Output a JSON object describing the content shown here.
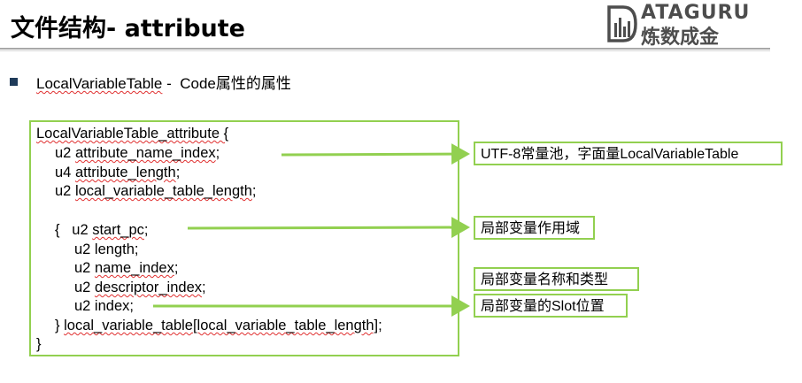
{
  "header": {
    "title": "文件结构- attribute",
    "logo_top": "ATAGURU",
    "logo_bottom": "炼数成金"
  },
  "bullet": {
    "term": "LocalVariableTable",
    "sep": " -  ",
    "desc": "Code属性的属性"
  },
  "code": {
    "line1_pre": "LocalVariableTable_attribute {",
    "line2_type": "u2 ",
    "line2_field": "attribute_name_index",
    "line2_end": ";",
    "line3_type": "u4 ",
    "line3_field": "attribute_length",
    "line3_end": ";",
    "line4_type": "u2 ",
    "line4_field": "local_variable_table_length",
    "line4_end": ";",
    "line5_pre": "{   u2 ",
    "line5_field": "start_pc",
    "line5_end": ";",
    "line6": "u2 length;",
    "line7_type": "u2 ",
    "line7_field": "name_index",
    "line7_end": ";",
    "line8_type": "u2 ",
    "line8_field": "descriptor_index",
    "line8_end": ";",
    "line9": "u2 index;",
    "line10_pre": "} ",
    "line10_field": "local_variable_table[local_variable_table_length]",
    "line10_end": ";",
    "line11": "}"
  },
  "notes": {
    "n1": "UTF-8常量池，字面量LocalVariableTable",
    "n2": "局部变量作用域",
    "n3": "局部变量名称和类型",
    "n4": "局部变量的Slot位置"
  },
  "colors": {
    "accent_green": "#92d050",
    "bullet_navy": "#1f3b5a",
    "squiggle_red": "#e03030"
  }
}
